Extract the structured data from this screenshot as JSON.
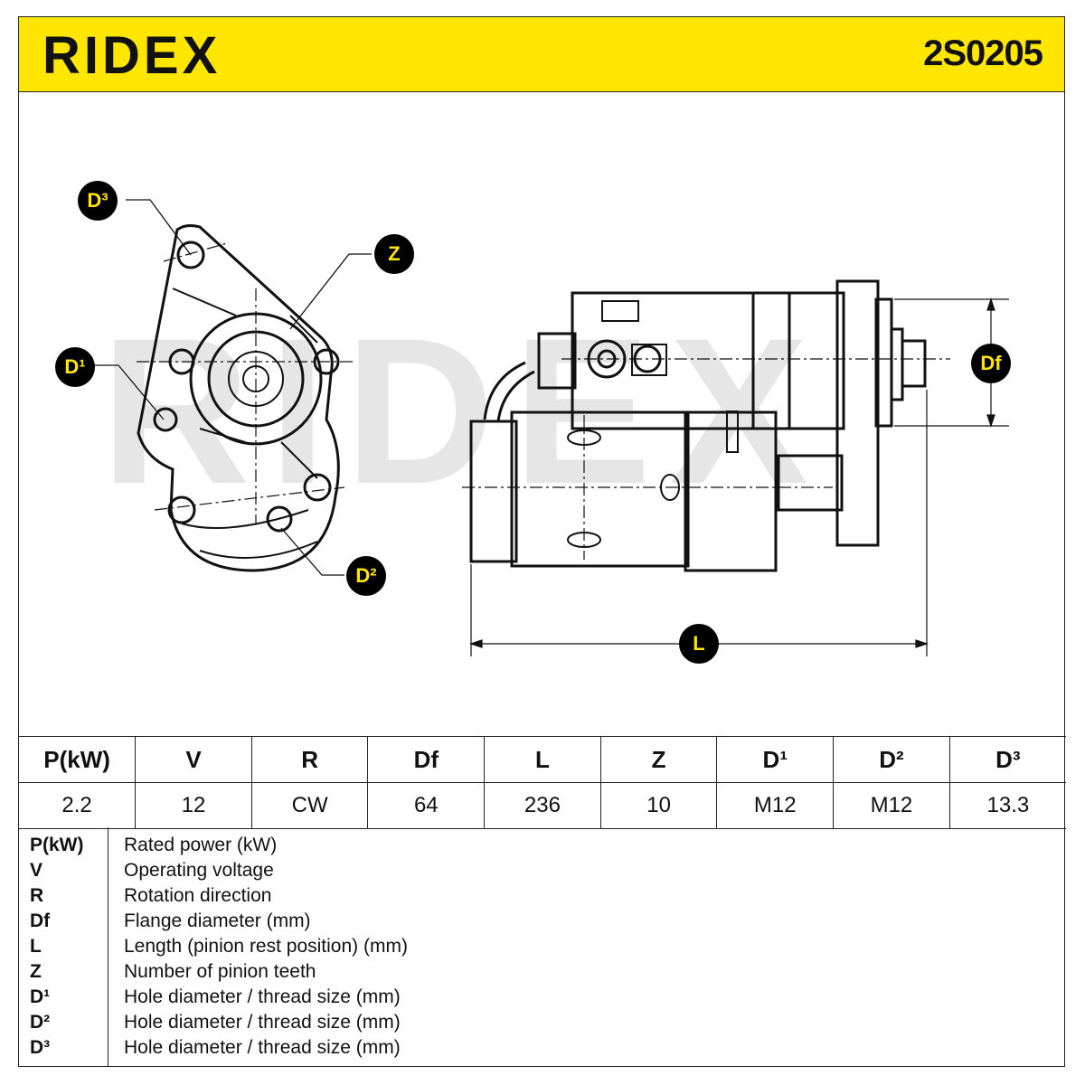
{
  "header": {
    "brand": "RIDEX",
    "part_number": "2S0205",
    "brand_color": "#ffe600"
  },
  "drawing": {
    "callouts": {
      "d3": "D³",
      "z": "Z",
      "d1": "D¹",
      "d2": "D²",
      "df": "Df",
      "l": "L"
    },
    "watermark": "RIDEX"
  },
  "specs": {
    "headers": [
      "P(kW)",
      "V",
      "R",
      "Df",
      "L",
      "Z",
      "D¹",
      "D²",
      "D³"
    ],
    "values": [
      "2.2",
      "12",
      "CW",
      "64",
      "236",
      "10",
      "M12",
      "M12",
      "13.3"
    ]
  },
  "legend": [
    {
      "key": "P(kW)",
      "desc": "Rated power (kW)"
    },
    {
      "key": "V",
      "desc": "Operating voltage"
    },
    {
      "key": "R",
      "desc": "Rotation direction"
    },
    {
      "key": "Df",
      "desc": "Flange diameter (mm)"
    },
    {
      "key": "L",
      "desc": "Length (pinion rest position) (mm)"
    },
    {
      "key": "Z",
      "desc": "Number of pinion teeth"
    },
    {
      "key": "D¹",
      "desc": "Hole diameter / thread size (mm)"
    },
    {
      "key": "D²",
      "desc": "Hole diameter / thread size (mm)"
    },
    {
      "key": "D³",
      "desc": "Hole diameter / thread size (mm)"
    }
  ]
}
